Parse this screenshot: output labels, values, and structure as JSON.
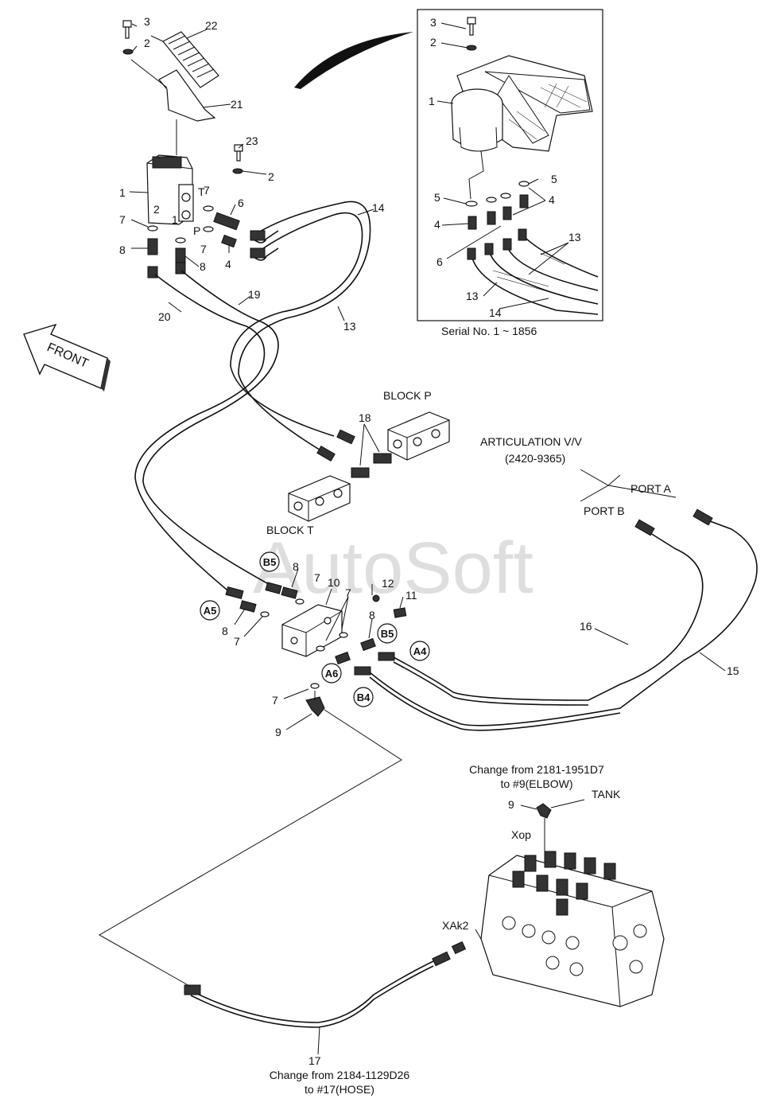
{
  "watermark": "AutoSoft",
  "front_arrow": "FRONT",
  "inset": {
    "caption": "Serial No. 1 ~ 1856",
    "callouts": [
      "3",
      "2",
      "1",
      "5",
      "5",
      "4",
      "4",
      "6",
      "13",
      "13",
      "14"
    ]
  },
  "main_callouts": {
    "c3": "3",
    "c2a": "2",
    "c22": "22",
    "c21": "21",
    "c23": "23",
    "c2b": "2",
    "c1a": "1",
    "c7a": "7",
    "c6": "6",
    "c7b": "7",
    "c2c": "2",
    "c1b": "1",
    "c8a": "8",
    "c7c": "7",
    "c4": "4",
    "c8b": "8",
    "c14": "14",
    "c19": "19",
    "c20": "20",
    "c13": "13",
    "c18": "18",
    "c10": "10",
    "c8c": "8",
    "c7d": "7",
    "c12": "12",
    "c11": "11",
    "c7e": "7",
    "c8d": "8",
    "c8e": "8",
    "c7f": "7",
    "c7g": "7",
    "c9a": "9",
    "c16": "16",
    "c15": "15",
    "c9b": "9",
    "c17": "17",
    "portT": "T",
    "portP": "P"
  },
  "blocks": {
    "block_p": "BLOCK P",
    "block_t": "BLOCK T"
  },
  "articulation": {
    "title": "ARTICULATION V/V",
    "part_no": "(2420-9365)",
    "port_a": "PORT A",
    "port_b": "PORT B"
  },
  "circled_ports": [
    "B5",
    "A5",
    "B5",
    "A4",
    "A6",
    "B4"
  ],
  "valve": {
    "tank": "TANK",
    "xop": "Xop",
    "xak2": "XAk2"
  },
  "notes": {
    "elbow_line1": "Change from 2181-1951D7",
    "elbow_line2": "to #9(ELBOW)",
    "hose_line1": "Change from 2184-1129D26",
    "hose_line2": "to #17(HOSE)"
  }
}
